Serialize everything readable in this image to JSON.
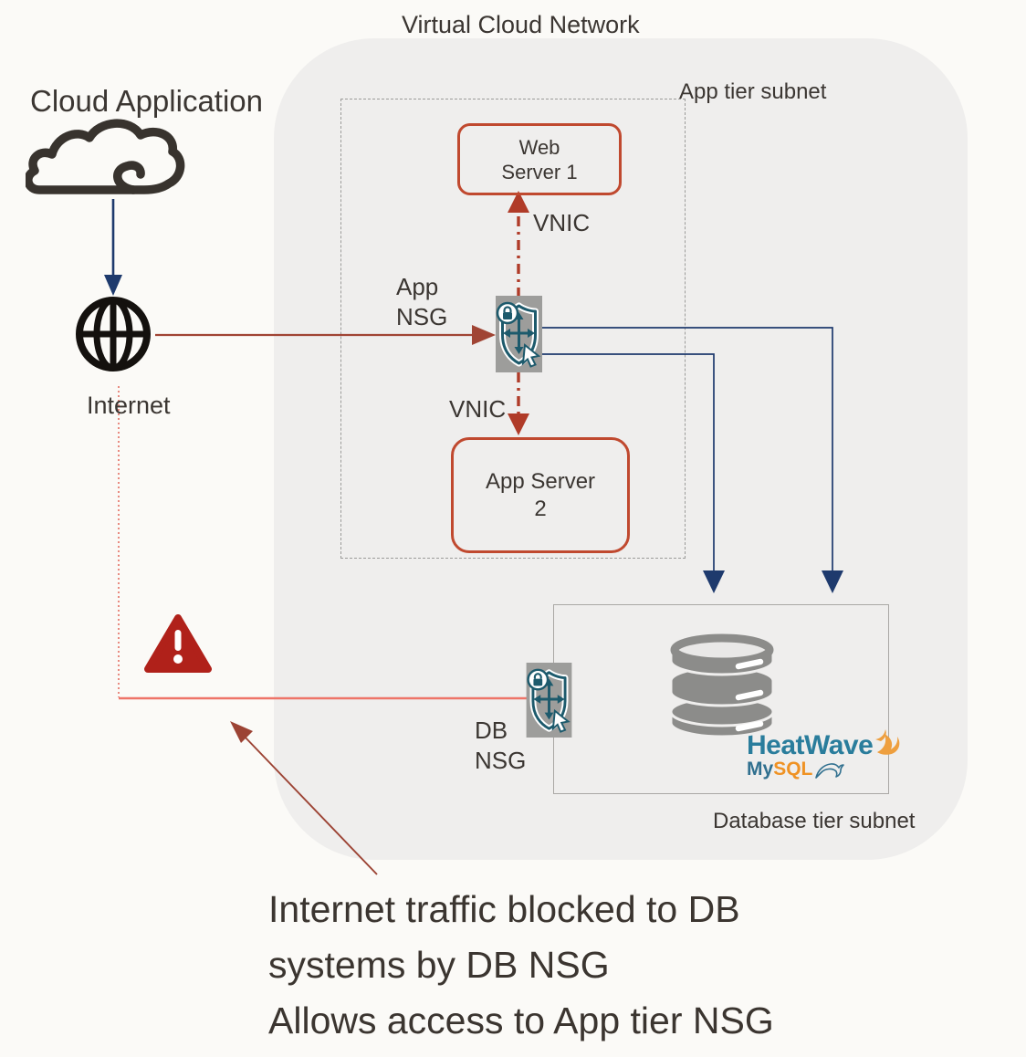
{
  "title": "Virtual Cloud Network",
  "external": {
    "cloud_application_label": "Cloud Application",
    "internet_label": "Internet"
  },
  "app_tier_subnet": {
    "label": "App tier subnet",
    "web_server": {
      "line1": "Web",
      "line2": "Server 1"
    },
    "app_server": {
      "line1": "App Server",
      "line2": "2"
    },
    "vnic_upper_label": "VNIC",
    "vnic_lower_label": "VNIC",
    "app_nsg": {
      "line1": "App",
      "line2": "NSG"
    }
  },
  "database_tier_subnet": {
    "label": "Database tier subnet",
    "db_nsg": {
      "line1": "DB",
      "line2": "NSG"
    },
    "logo": {
      "heatwave": "HeatWave",
      "mysql_my": "My",
      "mysql_sql": "SQL"
    }
  },
  "caption": {
    "line1": "Internet traffic blocked to DB",
    "line2": "systems by DB NSG",
    "line3": "Allows access to App tier NSG"
  },
  "colors": {
    "page_bg": "#fbfaf7",
    "vcn_bg": "#efeeed",
    "server_box_border": "#c0492f",
    "rust_arrow": "#a04434",
    "vnic_dash_arrow": "#b03b28",
    "navy_arrow": "#1e3a6d",
    "salmon_blocked_line": "#ee7468",
    "warning_red": "#b0211a",
    "nsg_teal": "#1d5a6c",
    "nsg_gray": "#9d9d9b",
    "database_gray": "#8c8c8a",
    "heatwave_teal": "#2a7d9c",
    "heatwave_orange": "#ee9f3f",
    "mysql_blue": "#31708f",
    "mysql_orange": "#ef9224",
    "text_dark": "#3b3632"
  },
  "icons": {
    "cloud": "cloud-icon",
    "globe": "internet-globe-icon",
    "app_nsg": "nsg-shield-icon",
    "db_nsg": "nsg-shield-icon",
    "database": "database-cylinder-icon",
    "warning": "warning-triangle-icon",
    "flame": "heatwave-flame-icon",
    "dolphin": "mysql-dolphin-icon"
  }
}
